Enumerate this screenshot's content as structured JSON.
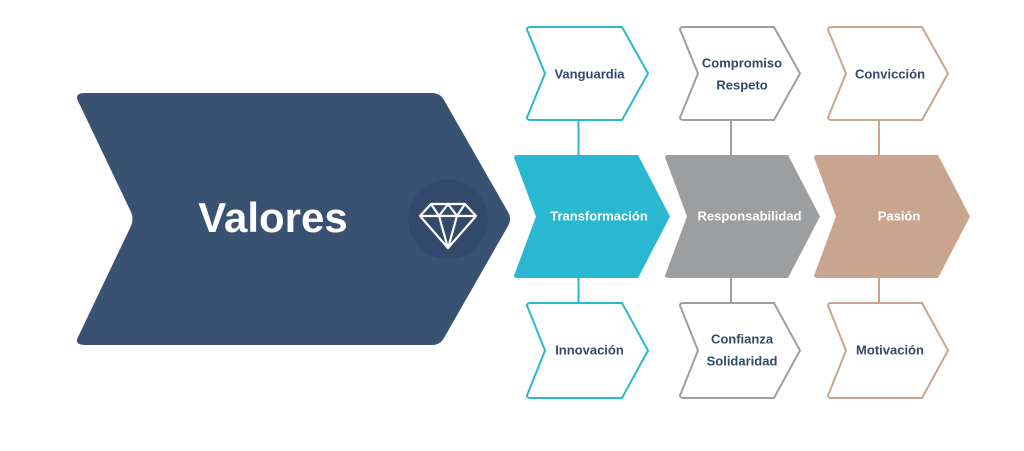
{
  "title": "Valores",
  "icon": "diamond-icon",
  "colors": {
    "main": "#3a5272",
    "circle": "#33496b",
    "text": "#33496b"
  },
  "columns": [
    {
      "label": "Transformación",
      "color": "#29b8cf",
      "top": [
        "Vanguardia"
      ],
      "bottom": [
        "Innovación"
      ]
    },
    {
      "label": "Responsabilidad",
      "color": "#9d9ea0",
      "top": [
        "Compromiso",
        "Respeto"
      ],
      "bottom": [
        "Confianza",
        "Solidaridad"
      ]
    },
    {
      "label": "Pasión",
      "color": "#c9a590",
      "top": [
        "Convicción"
      ],
      "bottom": [
        "Motivación"
      ]
    }
  ]
}
